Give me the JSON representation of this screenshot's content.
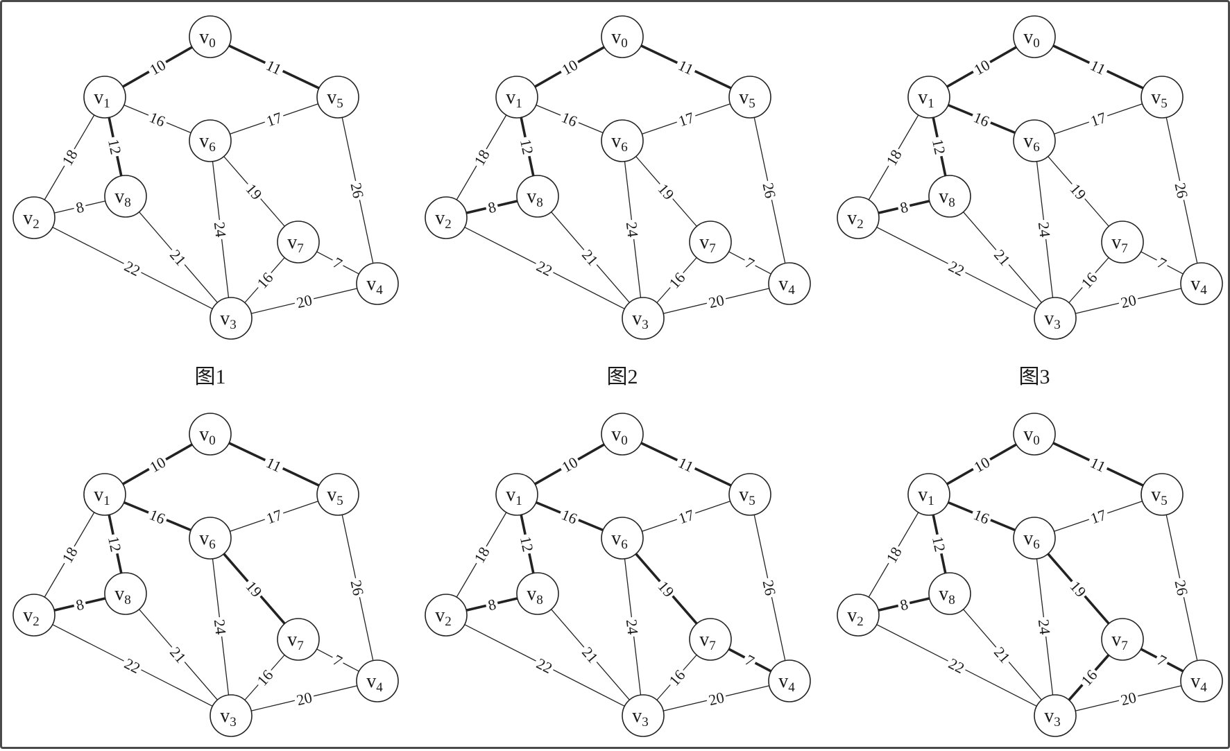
{
  "diagram": {
    "nodes": [
      {
        "id": "v0",
        "letter": "v",
        "sub": "0"
      },
      {
        "id": "v1",
        "letter": "v",
        "sub": "1"
      },
      {
        "id": "v2",
        "letter": "v",
        "sub": "2"
      },
      {
        "id": "v3",
        "letter": "v",
        "sub": "3"
      },
      {
        "id": "v4",
        "letter": "v",
        "sub": "4"
      },
      {
        "id": "v5",
        "letter": "v",
        "sub": "5"
      },
      {
        "id": "v6",
        "letter": "v",
        "sub": "6"
      },
      {
        "id": "v7",
        "letter": "v",
        "sub": "7"
      },
      {
        "id": "v8",
        "letter": "v",
        "sub": "8"
      }
    ],
    "edges": [
      {
        "id": "e-v0-v1",
        "from": "v0",
        "to": "v1",
        "weight": "10"
      },
      {
        "id": "e-v0-v5",
        "from": "v0",
        "to": "v5",
        "weight": "11"
      },
      {
        "id": "e-v1-v6",
        "from": "v1",
        "to": "v6",
        "weight": "16"
      },
      {
        "id": "e-v1-v8",
        "from": "v1",
        "to": "v8",
        "weight": "12"
      },
      {
        "id": "e-v1-v2",
        "from": "v1",
        "to": "v2",
        "weight": "18"
      },
      {
        "id": "e-v5-v6",
        "from": "v5",
        "to": "v6",
        "weight": "17"
      },
      {
        "id": "e-v5-v4",
        "from": "v5",
        "to": "v4",
        "weight": "26"
      },
      {
        "id": "e-v2-v8",
        "from": "v2",
        "to": "v8",
        "weight": "8"
      },
      {
        "id": "e-v2-v3",
        "from": "v2",
        "to": "v3",
        "weight": "22"
      },
      {
        "id": "e-v8-v3",
        "from": "v8",
        "to": "v3",
        "weight": "21"
      },
      {
        "id": "e-v6-v3",
        "from": "v6",
        "to": "v3",
        "weight": "24"
      },
      {
        "id": "e-v6-v7",
        "from": "v6",
        "to": "v7",
        "weight": "19"
      },
      {
        "id": "e-v7-v3",
        "from": "v7",
        "to": "v3",
        "weight": "16"
      },
      {
        "id": "e-v7-v4",
        "from": "v7",
        "to": "v4",
        "weight": "7"
      },
      {
        "id": "e-v3-v4",
        "from": "v3",
        "to": "v4",
        "weight": "20"
      }
    ],
    "panels": [
      {
        "id": "panel-1",
        "caption": "图1",
        "bold_edges": [
          "e-v0-v1",
          "e-v0-v5",
          "e-v1-v8"
        ]
      },
      {
        "id": "panel-2",
        "caption": "图2",
        "bold_edges": [
          "e-v0-v1",
          "e-v0-v5",
          "e-v1-v8",
          "e-v2-v8"
        ]
      },
      {
        "id": "panel-3",
        "caption": "图3",
        "bold_edges": [
          "e-v0-v1",
          "e-v0-v5",
          "e-v1-v8",
          "e-v2-v8",
          "e-v1-v6"
        ]
      },
      {
        "id": "panel-4",
        "caption": "",
        "bold_edges": [
          "e-v0-v1",
          "e-v0-v5",
          "e-v1-v8",
          "e-v2-v8",
          "e-v1-v6",
          "e-v6-v7"
        ]
      },
      {
        "id": "panel-5",
        "caption": "",
        "bold_edges": [
          "e-v0-v1",
          "e-v0-v5",
          "e-v1-v8",
          "e-v2-v8",
          "e-v1-v6",
          "e-v6-v7",
          "e-v7-v4"
        ]
      },
      {
        "id": "panel-6",
        "caption": "",
        "bold_edges": [
          "e-v0-v1",
          "e-v0-v5",
          "e-v1-v8",
          "e-v2-v8",
          "e-v1-v6",
          "e-v6-v7",
          "e-v7-v4",
          "e-v7-v3"
        ]
      }
    ]
  }
}
